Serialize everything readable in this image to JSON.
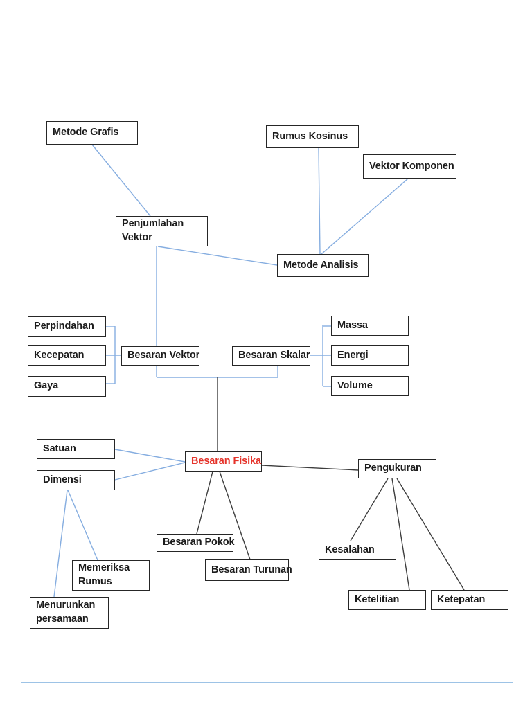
{
  "page": {
    "type": "concept-map",
    "language": "Indonesian",
    "background": "#ffffff"
  },
  "colors": {
    "connector_blue": "#85ade0",
    "connector_dark": "#3d3d3d",
    "box_border": "#262626",
    "text": "#1b1b1b",
    "accent_red": "#e5332a",
    "footer_line_blue": "#9dc3e6"
  },
  "nodes": {
    "metode_grafis": {
      "label": "Metode Grafis"
    },
    "rumus_kosinus": {
      "label": "Rumus Kosinus"
    },
    "vektor_komponen": {
      "label": "Vektor Komponen"
    },
    "penjumlahan_vektor": {
      "label": "Penjumlahan Vektor"
    },
    "metode_analisis": {
      "label": "Metode Analisis"
    },
    "perpindahan": {
      "label": "Perpindahan"
    },
    "kecepatan": {
      "label": "Kecepatan"
    },
    "gaya": {
      "label": "Gaya"
    },
    "besaran_vektor": {
      "label": "Besaran Vektor"
    },
    "besaran_skalar": {
      "label": "Besaran Skalar"
    },
    "massa": {
      "label": "Massa"
    },
    "energi": {
      "label": "Energi"
    },
    "volume": {
      "label": "Volume"
    },
    "satuan": {
      "label": "Satuan"
    },
    "dimensi": {
      "label": "Dimensi"
    },
    "besaran_fisika": {
      "label": "Besaran Fisika",
      "color": "#e5332a"
    },
    "pengukuran": {
      "label": "Pengukuran"
    },
    "besaran_pokok": {
      "label": "Besaran Pokok"
    },
    "besaran_turunan": {
      "label": "Besaran Turunan"
    },
    "kesalahan": {
      "label": "Kesalahan"
    },
    "memeriksa_rumus": {
      "label": "Memeriksa Rumus"
    },
    "menurunkan_persamaan": {
      "label": "Menurunkan persamaan"
    },
    "ketelitian": {
      "label": "Ketelitian"
    },
    "ketepatan": {
      "label": "Ketepatan"
    }
  },
  "connectors": [
    {
      "from": "metode_grafis",
      "to": "penjumlahan_vektor",
      "color": "blue"
    },
    {
      "from": "rumus_kosinus",
      "to": "metode_analisis",
      "color": "blue"
    },
    {
      "from": "vektor_komponen",
      "to": "metode_analisis",
      "color": "blue"
    },
    {
      "from": "penjumlahan_vektor",
      "to": "metode_analisis",
      "color": "blue"
    },
    {
      "from": "penjumlahan_vektor",
      "to": "besaran_vektor",
      "color": "blue"
    },
    {
      "from": "perpindahan",
      "to": "besaran_vektor",
      "color": "blue"
    },
    {
      "from": "kecepatan",
      "to": "besaran_vektor",
      "color": "blue"
    },
    {
      "from": "gaya",
      "to": "besaran_vektor",
      "color": "blue"
    },
    {
      "from": "besaran_skalar",
      "to": "massa",
      "color": "blue"
    },
    {
      "from": "besaran_skalar",
      "to": "energi",
      "color": "blue"
    },
    {
      "from": "besaran_skalar",
      "to": "volume",
      "color": "blue"
    },
    {
      "from": "besaran_vektor",
      "to": "besaran_fisika",
      "color": "blue-then-dark"
    },
    {
      "from": "besaran_skalar",
      "to": "besaran_fisika",
      "color": "blue-then-dark"
    },
    {
      "from": "satuan",
      "to": "besaran_fisika",
      "color": "blue"
    },
    {
      "from": "dimensi",
      "to": "besaran_fisika",
      "color": "blue"
    },
    {
      "from": "dimensi",
      "to": "memeriksa_rumus",
      "color": "blue"
    },
    {
      "from": "dimensi",
      "to": "menurunkan_persamaan",
      "color": "blue"
    },
    {
      "from": "besaran_fisika",
      "to": "pengukuran",
      "color": "dark"
    },
    {
      "from": "besaran_fisika",
      "to": "besaran_pokok",
      "color": "dark"
    },
    {
      "from": "besaran_fisika",
      "to": "besaran_turunan",
      "color": "dark"
    },
    {
      "from": "pengukuran",
      "to": "kesalahan",
      "color": "dark"
    },
    {
      "from": "pengukuran",
      "to": "ketelitian",
      "color": "dark"
    },
    {
      "from": "pengukuran",
      "to": "ketepatan",
      "color": "dark"
    }
  ]
}
